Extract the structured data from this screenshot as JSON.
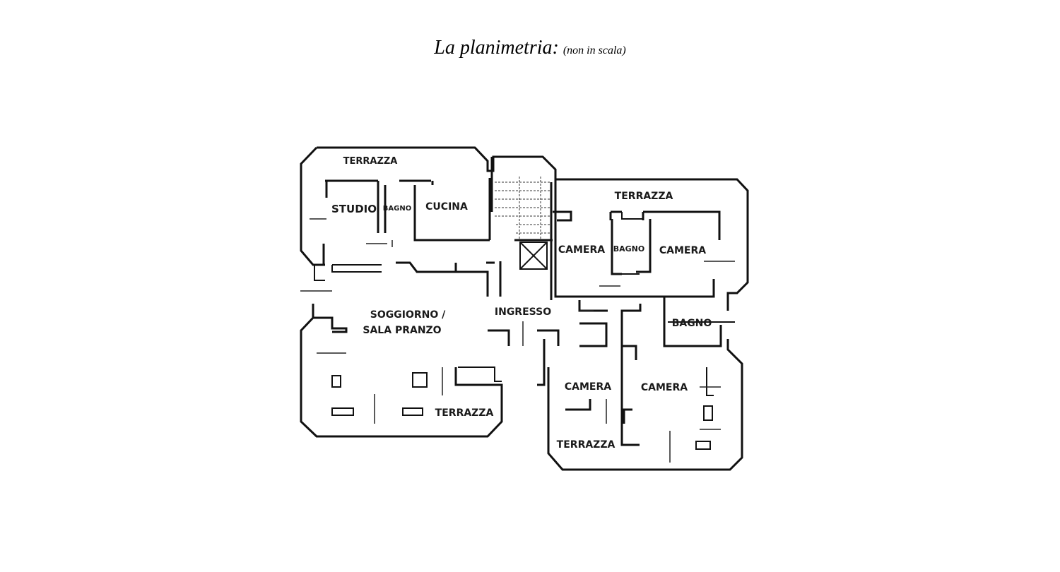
{
  "heading": {
    "title": "La planimetria:",
    "note": "(non in scala)"
  },
  "rooms": {
    "terrazza_nw": "TERRAZZA",
    "studio": "STUDIO",
    "bagno_1": "BAGNO",
    "cucina": "CUCINA",
    "terrazza_ne": "TERRAZZA",
    "camera_1": "CAMERA",
    "bagno_2": "BAGNO",
    "camera_2": "CAMERA",
    "ingresso": "INGRESSO",
    "soggiorno_line1": "SOGGIORNO /",
    "soggiorno_line2": "SALA PRANZO",
    "bagno_3": "BAGNO",
    "camera_3": "CAMERA",
    "camera_4": "CAMERA",
    "terrazza_sw": "TERRAZZA",
    "terrazza_se": "TERRAZZA"
  }
}
